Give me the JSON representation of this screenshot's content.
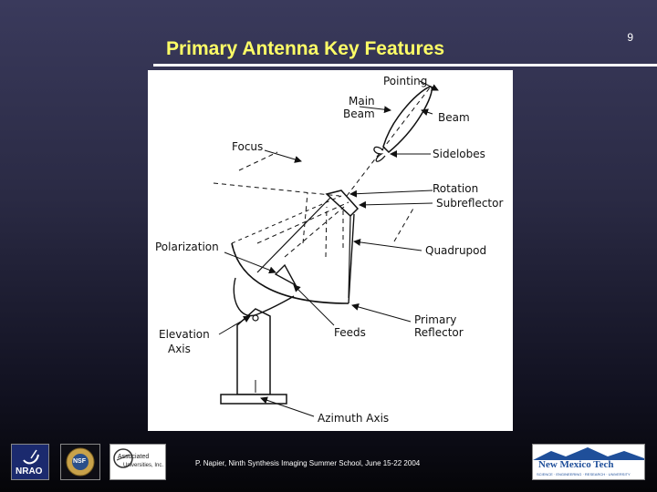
{
  "slide": {
    "title": "Primary Antenna Key Features",
    "number": "9",
    "footer": "P. Napier, Ninth Synthesis Imaging Summer School, June 15-22 2004"
  },
  "diagram": {
    "labels": {
      "pointing": "Pointing",
      "main_beam_1": "Main",
      "main_beam_2": "Beam",
      "beam": "Beam",
      "focus": "Focus",
      "sidelobes": "Sidelobes",
      "rotation": "Rotation",
      "subreflector": "Subreflector",
      "polarization": "Polarization",
      "quadrupod": "Quadrupod",
      "elevation_1": "Elevation",
      "elevation_2": "Axis",
      "feeds": "Feeds",
      "primary_1": "Primary",
      "primary_2": "Reflector",
      "azimuth": "Azimuth Axis"
    }
  },
  "logos": {
    "nrao": "NRAO",
    "nsf": "NSF",
    "aui_1": "Associated",
    "aui_2": "Universities, Inc.",
    "nmt": "New Mexico Tech",
    "nmt_sub": "SCIENCE · ENGINEERING · RESEARCH · UNIVERSITY"
  }
}
